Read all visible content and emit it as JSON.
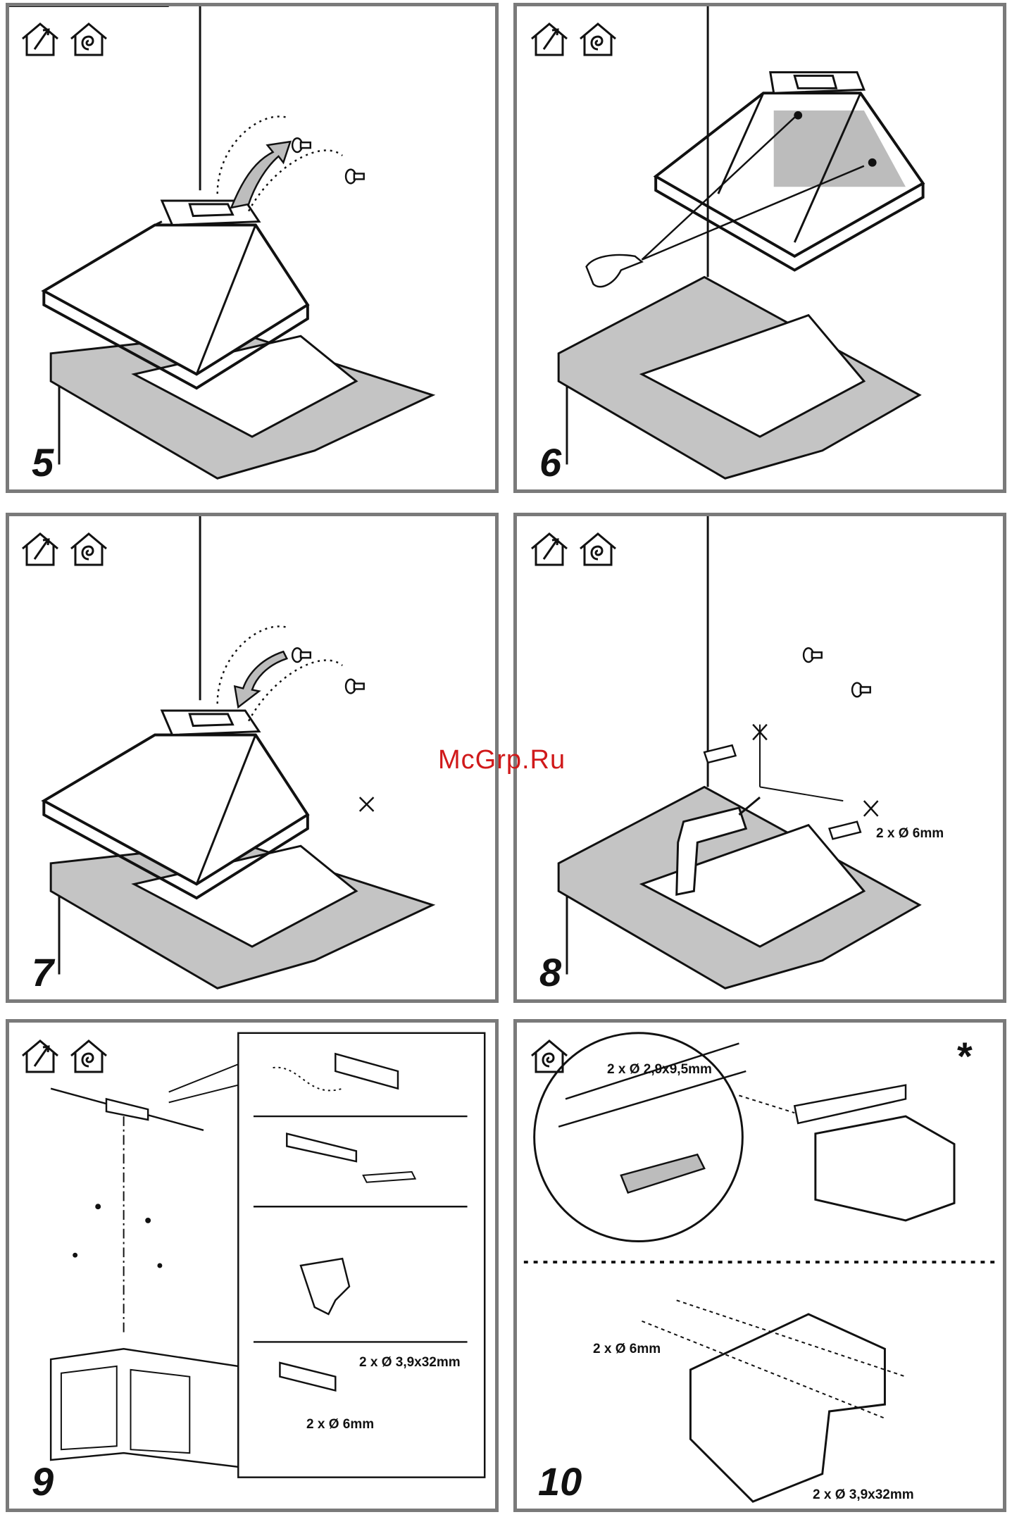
{
  "steps": {
    "p5": {
      "number": "5"
    },
    "p6": {
      "number": "6"
    },
    "p7": {
      "number": "7"
    },
    "p8": {
      "number": "8",
      "dowel_label": "2 x Ø 6mm"
    },
    "p9": {
      "number": "9",
      "screw_label": "2 x Ø 3,9x32mm",
      "dowel_label": "2 x Ø 6mm"
    },
    "p10": {
      "number": "10",
      "small_screw_label": "2 x Ø 2,9x9,5mm",
      "asterisk": "*",
      "dowel_label": "2 x Ø 6mm",
      "screw_label": "2 x Ø 3,9x32mm"
    }
  },
  "watermark": "McGrp.Ru",
  "icons": [
    "extraction-mode-icon",
    "recirculation-mode-icon"
  ],
  "colors": {
    "frame": "#7a7a7a",
    "line": "#111111",
    "shade": "#b8b8b8",
    "watermark": "#d0191a"
  }
}
